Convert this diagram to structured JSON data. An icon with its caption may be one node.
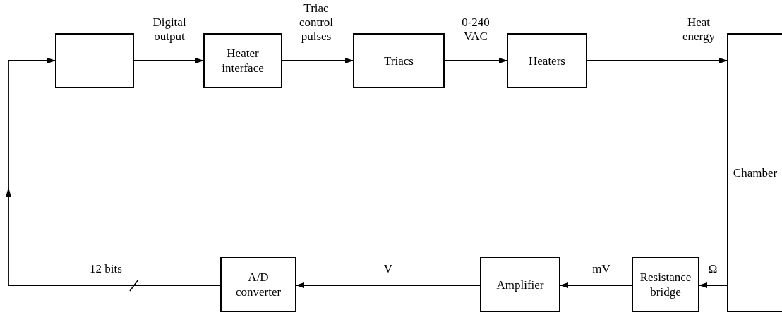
{
  "diagram": {
    "nodes": [
      {
        "text": [],
        "shape": "box"
      },
      {
        "text": [
          "Heater interface"
        ]
      },
      {
        "text": [
          "Triacs"
        ]
      },
      {
        "text": [
          "Heaters"
        ]
      },
      {
        "text": [
          "Chamber"
        ]
      },
      {
        "text": [
          "Resistance bridge"
        ]
      },
      {
        "text": [
          "Amplifier"
        ]
      },
      {
        "text": [
          "A/D converter"
        ]
      }
    ],
    "edges": [
      {
        "from": 0,
        "to": 1,
        "arrow": "to",
        "label": "Digital output"
      },
      {
        "from": 1,
        "to": 2,
        "arrow": "to",
        "label": "Triac control pulses"
      },
      {
        "from": 2,
        "to": 3,
        "arrow": "to",
        "label": "0-240 VAC"
      },
      {
        "from": 3,
        "to": 4,
        "arrow": "to",
        "label": "Heat energy"
      },
      {
        "from": 4,
        "to": 5,
        "arrow": "to",
        "label": "Ω"
      },
      {
        "from": 5,
        "to": 6,
        "arrow": "to",
        "label": "mV"
      },
      {
        "from": 6,
        "to": 7,
        "arrow": "to",
        "label": "V"
      },
      {
        "from": 7,
        "to": 0,
        "arrow": "to",
        "label": "12 bits"
      }
    ]
  }
}
